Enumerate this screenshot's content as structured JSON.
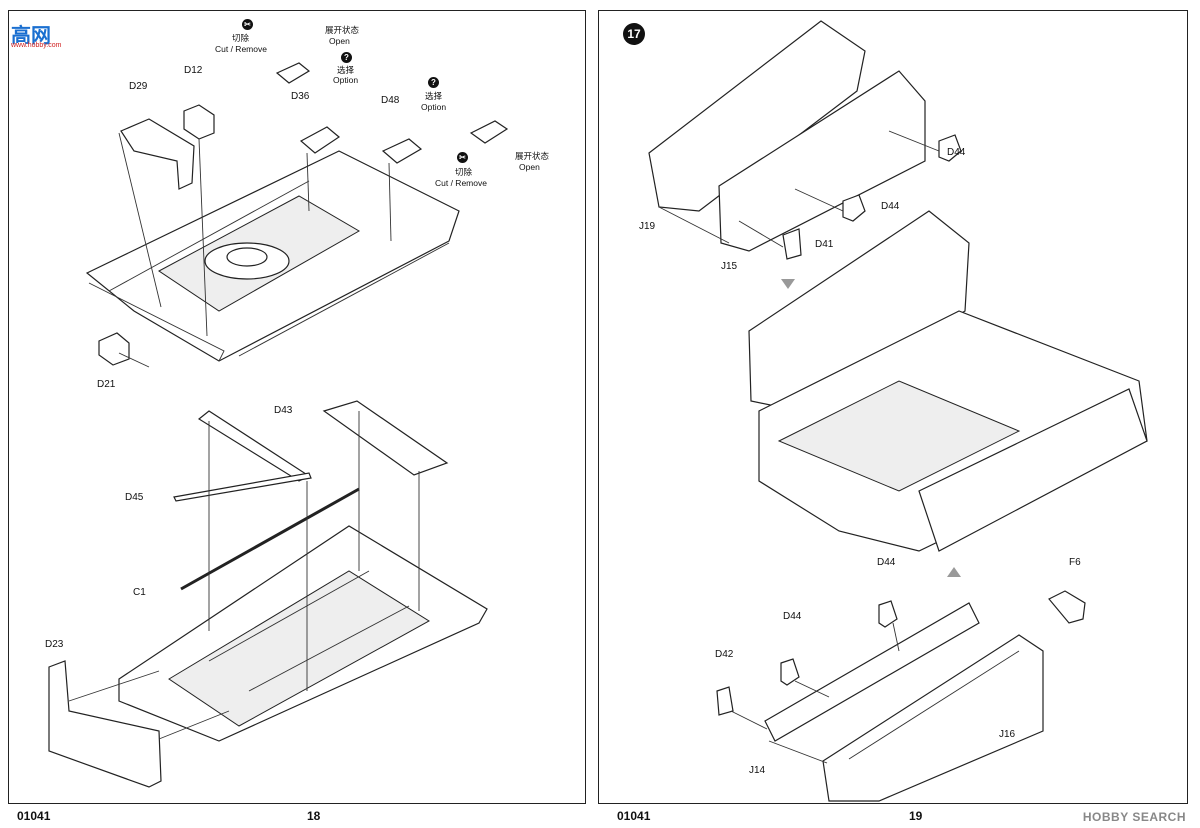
{
  "watermark_top_left": "高网",
  "watermark_top_left_sub": "www.hobby.com",
  "left_page": {
    "footer_code": "01041",
    "page_number": "18",
    "parts": [
      "D29",
      "D12",
      "D36",
      "D48",
      "D21",
      "D43",
      "D45",
      "C1",
      "D23"
    ],
    "annotations": {
      "cut_remove_cn_1": "切除",
      "cut_remove_1": "Cut / Remove",
      "open_cn_1": "展开状态",
      "open_1": "Open",
      "option_cn_1": "选择",
      "option_1": "Option",
      "option_cn_2": "选择",
      "option_2": "Option",
      "cut_remove_cn_2": "切除",
      "cut_remove_2": "Cut / Remove",
      "open_cn_2": "展开状态",
      "open_2": "Open"
    }
  },
  "right_page": {
    "step_number": "17",
    "footer_code": "01041",
    "page_number": "19",
    "parts": [
      "D44",
      "D44",
      "D41",
      "J19",
      "J15",
      "D44",
      "F6",
      "D44",
      "D42",
      "J16",
      "J14"
    ]
  },
  "watermark_bottom_right": "HOBBY SEARCH"
}
